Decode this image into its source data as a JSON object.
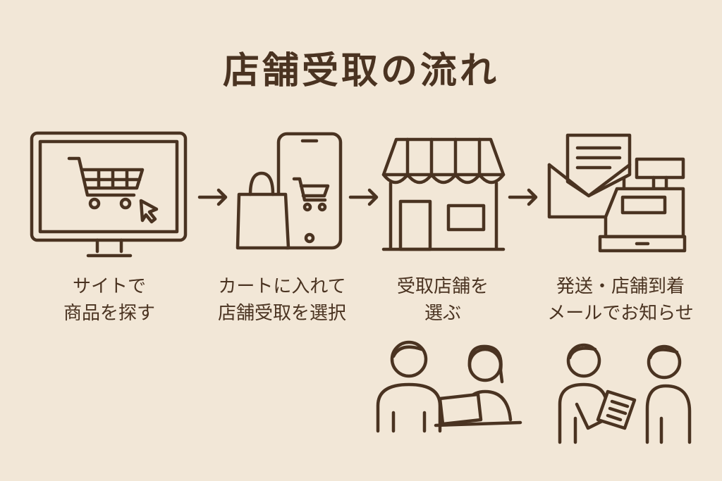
{
  "title": "店舗受取の流れ",
  "steps": [
    {
      "line1": "サイトで",
      "line2": "商品を探す",
      "icon": "computer-cart-icon"
    },
    {
      "line1": "カートに入れて",
      "line2": "店舗受取を選択",
      "icon": "smartphone-bag-icon"
    },
    {
      "line1": "受取店舗を",
      "line2": "選ぶ",
      "icon": "store-icon"
    },
    {
      "line1": "発送・店舗到着",
      "line2": "メールでお知らせ",
      "icon": "mail-register-icon"
    }
  ],
  "colors": {
    "background": "#f2e7d7",
    "ink": "#4a3321"
  }
}
